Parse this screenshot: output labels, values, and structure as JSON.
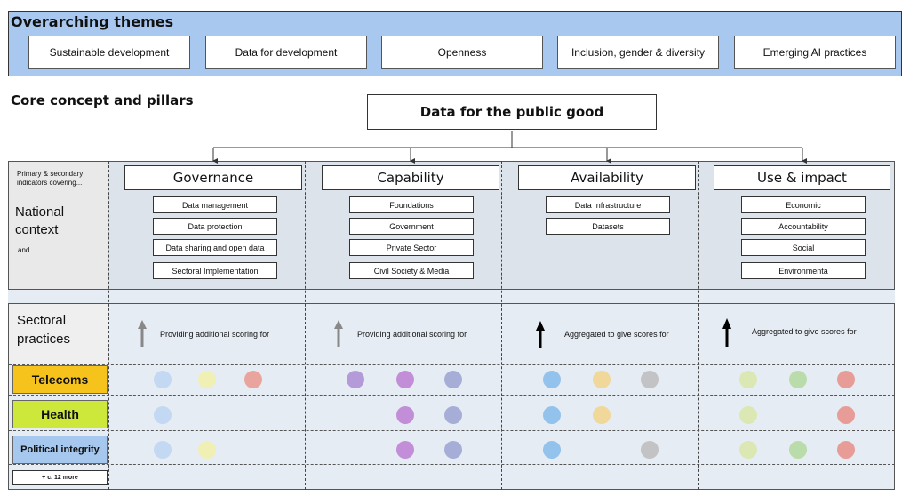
{
  "overarching": {
    "title": "Overarching themes",
    "themes": [
      "Sustainable development",
      "Data for development",
      "Openness",
      "Inclusion, gender & diversity",
      "Emerging AI practices"
    ]
  },
  "core": {
    "title": "Core concept and pillars",
    "root": "Data for the public good"
  },
  "national": {
    "note": "Primary & secondary indicators covering...",
    "label_line1": "National",
    "label_line2": "context",
    "and": "and"
  },
  "pillars": [
    {
      "name": "Governance",
      "indicators": [
        "Data management",
        "Data protection",
        "Data sharing and open data",
        "Sectoral Implementation"
      ],
      "scoring": "Providing additional scoring for"
    },
    {
      "name": "Capability",
      "indicators": [
        "Foundations",
        "Government",
        "Private Sector",
        "Civil Society & Media"
      ],
      "scoring": "Providing additional scoring for"
    },
    {
      "name": "Availability",
      "indicators": [
        "Data Infrastructure",
        "Datasets"
      ],
      "scoring": "Aggregated to give scores for"
    },
    {
      "name": "Use & impact",
      "indicators": [
        "Economic",
        "Accountability",
        "Social",
        "Environmenta"
      ],
      "scoring": "Aggregated to give scores for"
    }
  ],
  "sectoral": {
    "label_line1": "Sectoral",
    "label_line2": "practices",
    "sectors": [
      {
        "name": "Telecoms",
        "color": "#f6c31c"
      },
      {
        "name": "Health",
        "color": "#cde83a"
      },
      {
        "name": "Political integrity",
        "color": "#a6c8ee"
      }
    ],
    "more": "+ c. 12 more"
  },
  "arrow_colors": [
    "#888888",
    "#888888",
    "#000000",
    "#000000"
  ],
  "dot_colors": {
    "light_blue": "#c3d8f2",
    "light_yellow": "#f0efb4",
    "salmon": "#e8a49d",
    "purple": "#b49ad8",
    "violet": "#c28ed8",
    "slate_blue": "#a6aed8",
    "sky": "#93c2ec",
    "sand": "#f0d79a",
    "grey": "#c3c3c6",
    "light_green": "#dbe8b3",
    "green": "#b9dcaa",
    "red": "#e79c98"
  },
  "dots": [
    [
      "light_blue",
      "light_yellow",
      "salmon",
      "purple",
      "violet",
      "slate_blue",
      "sky",
      "sand",
      "grey",
      "light_green",
      "green",
      "red"
    ],
    [
      "light_blue",
      null,
      null,
      null,
      "violet",
      "slate_blue",
      "sky",
      "sand",
      null,
      "light_green",
      null,
      "red"
    ],
    [
      "light_blue",
      "light_yellow",
      null,
      null,
      "violet",
      "slate_blue",
      "sky",
      null,
      "grey",
      "light_green",
      "green",
      "red"
    ]
  ]
}
